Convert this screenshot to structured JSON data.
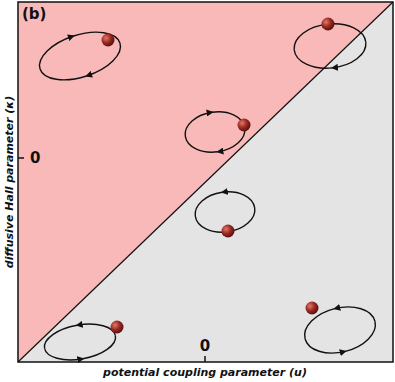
{
  "diagram": {
    "labels": [
      "(b)",
      "diffusive Hall parameter (κ)",
      "0",
      "0",
      "potential coupling parameter (u)"
    ]
  }
}
